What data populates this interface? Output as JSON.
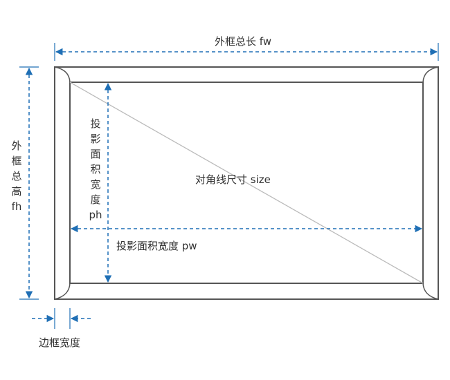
{
  "labels": {
    "frame_total_length": "外框总长 fw",
    "frame_total_height": "外\n框\n总\n高\nfh",
    "projection_height": "投\n影\n面\n积\n宽\n度\nph",
    "diagonal_size": "对角线尺寸 size",
    "projection_width": "投影面积宽度 pw",
    "border_width": "边框宽度"
  },
  "colors": {
    "frame_stroke": "#555555",
    "dimension_line": "#1f6fb5",
    "diagonal_line": "#bbbbbb",
    "text": "#333333"
  }
}
